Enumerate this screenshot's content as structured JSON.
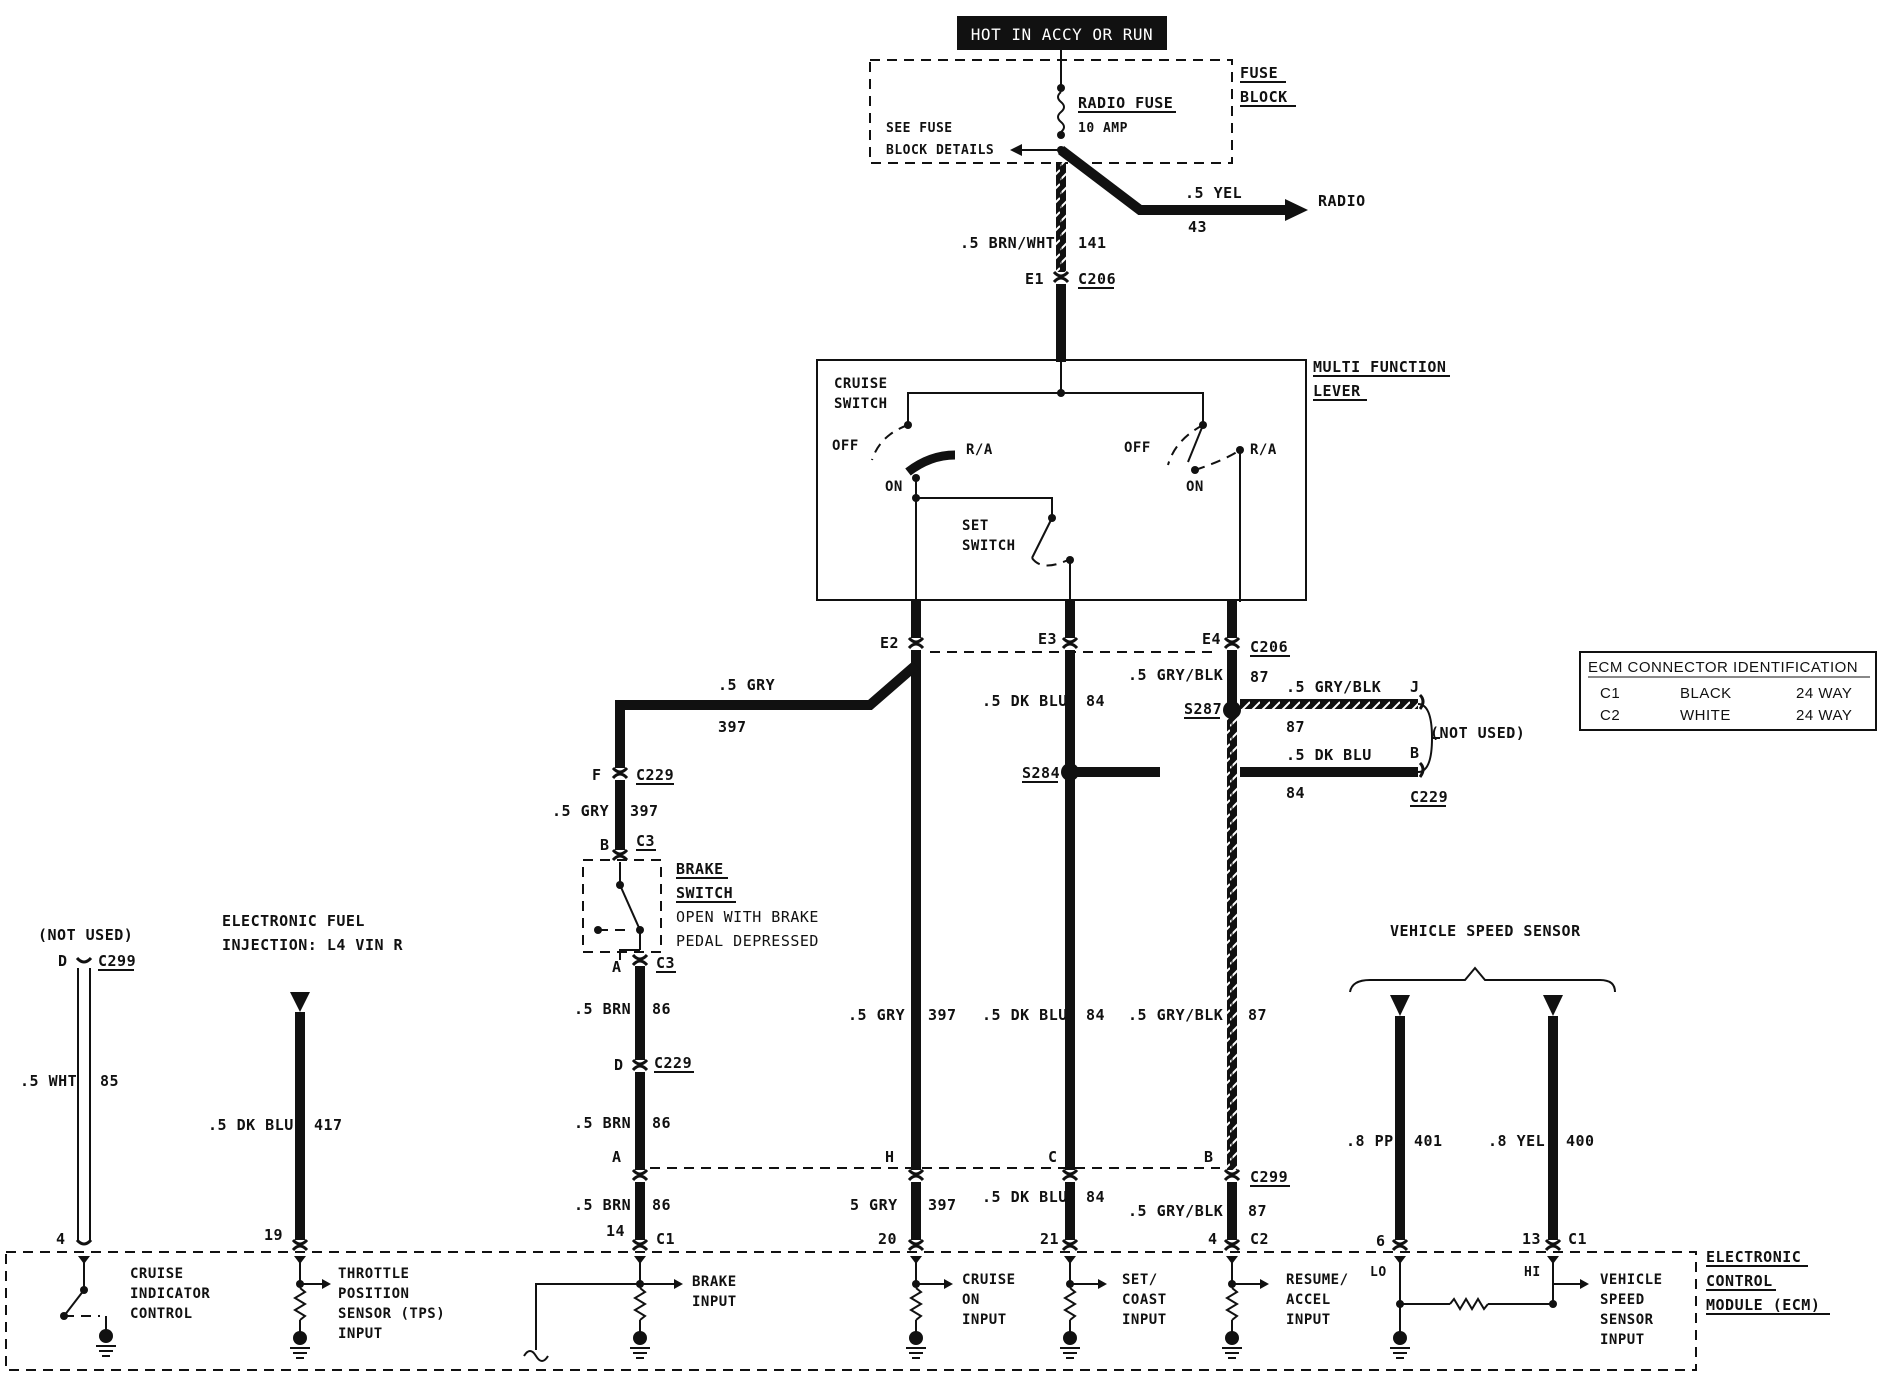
{
  "header": {
    "power_label": "HOT IN ACCY OR RUN"
  },
  "fuse_block": {
    "title_line1": "FUSE",
    "title_line2": "BLOCK",
    "fuse_name": "RADIO FUSE",
    "fuse_rating": "10 AMP",
    "see_details_line1": "SEE FUSE",
    "see_details_line2": "BLOCK DETAILS"
  },
  "radio_branch": {
    "wire": ".5 YEL",
    "circuit": "43",
    "label": "RADIO"
  },
  "feed": {
    "wire": ".5 BRN/WHT",
    "circuit": "141",
    "pin": "E1",
    "connector": "C206"
  },
  "multi_function_lever": {
    "title_line1": "MULTI FUNCTION",
    "title_line2": "LEVER",
    "cruise_switch_line1": "CRUISE",
    "cruise_switch_line2": "SWITCH",
    "off": "OFF",
    "on": "ON",
    "ra": "R/A",
    "set_switch_line1": "SET",
    "set_switch_line2": "SWITCH"
  },
  "pins_top": {
    "e2": "E2",
    "e3": "E3",
    "e4": "E4",
    "c206": "C206"
  },
  "gry_run": {
    "wire": ".5 GRY",
    "circuit": "397",
    "pin_f": "F",
    "c229": "C229",
    "wire2": ".5 GRY",
    "circuit2": "397",
    "pin_b": "B",
    "c3": "C3"
  },
  "brake_switch": {
    "title_line1": "BRAKE",
    "title_line2": "SWITCH",
    "note_line1": "OPEN WITH BRAKE",
    "note_line2": "PEDAL DEPRESSED",
    "pin_a": "A",
    "c3": "C3"
  },
  "brn_run": {
    "wire1": ".5 BRN",
    "circuit1": "86",
    "pin_d": "D",
    "c229": "C229",
    "wire2": ".5 BRN",
    "circuit2": "86",
    "pin_a": "A",
    "wire3": ".5 BRN",
    "circuit3": "86",
    "pin_14": "14",
    "c1": "C1"
  },
  "e2_run": {
    "wire1": ".5 GRY",
    "circuit1": "397",
    "pin_h": "H",
    "wire2": "5 GRY",
    "circuit2": "397",
    "pin_20": "20"
  },
  "e3_run": {
    "wire1": ".5 DK BLU",
    "circuit1": "84",
    "splice": "S284",
    "wire2": ".5 DK BLU",
    "circuit2": "84",
    "pin_c": "C",
    "wire3": ".5 DK BLU",
    "circuit3": "84",
    "pin_21": "21"
  },
  "e4_run": {
    "wire1": ".5 GRY/BLK",
    "circuit1": "87",
    "splice": "S287",
    "wire2": ".5 GRY/BLK",
    "circuit2": "87",
    "pin_b": "B",
    "c299": "C299",
    "wire3": ".5 GRY/BLK",
    "circuit3": "87",
    "pin_4": "4",
    "c2": "C2"
  },
  "not_used_branch": {
    "wire_a": ".5 GRY/BLK",
    "circuit_a": "87",
    "pin_j": "J",
    "wire_b": ".5 DK BLU",
    "circuit_b": "84",
    "pin_b": "B",
    "connector": "C229",
    "note": "(NOT USED)"
  },
  "ecm_id": {
    "title": "ECM CONNECTOR IDENTIFICATION",
    "rows": [
      {
        "conn": "C1",
        "color": "BLACK",
        "size": "24 WAY"
      },
      {
        "conn": "C2",
        "color": "WHITE",
        "size": "24 WAY"
      }
    ]
  },
  "cruise_indicator": {
    "note": "(NOT USED)",
    "pin_d": "D",
    "c299": "C299",
    "wire": ".5 WHT",
    "circuit": "85",
    "pin_4": "4"
  },
  "efi": {
    "title_line1": "ELECTRONIC FUEL",
    "title_line2": "INJECTION: L4 VIN R",
    "wire": ".5 DK BLU",
    "circuit": "417",
    "pin_19": "19"
  },
  "vss": {
    "title": "VEHICLE SPEED SENSOR",
    "wire_lo": ".8 PPL",
    "circuit_lo": "401",
    "wire_hi": ".8 YEL",
    "circuit_hi": "400",
    "pin_6": "6",
    "pin_13": "13",
    "c1": "C1",
    "lo": "LO",
    "hi": "HI"
  },
  "ecm": {
    "title_line1": "ELECTRONIC",
    "title_line2": "CONTROL",
    "title_line3": "MODULE (ECM)",
    "cruise_indicator_line1": "CRUISE",
    "cruise_indicator_line2": "INDICATOR",
    "cruise_indicator_line3": "CONTROL",
    "tps_line1": "THROTTLE",
    "tps_line2": "POSITION",
    "tps_line3": "SENSOR (TPS)",
    "tps_line4": "INPUT",
    "brake_line1": "BRAKE",
    "brake_line2": "INPUT",
    "cruise_on_line1": "CRUISE",
    "cruise_on_line2": "ON",
    "cruise_on_line3": "INPUT",
    "set_line1": "SET/",
    "set_line2": "COAST",
    "set_line3": "INPUT",
    "resume_line1": "RESUME/",
    "resume_line2": "ACCEL",
    "resume_line3": "INPUT",
    "vss_line1": "VEHICLE",
    "vss_line2": "SPEED",
    "vss_line3": "SENSOR",
    "vss_line4": "INPUT"
  }
}
